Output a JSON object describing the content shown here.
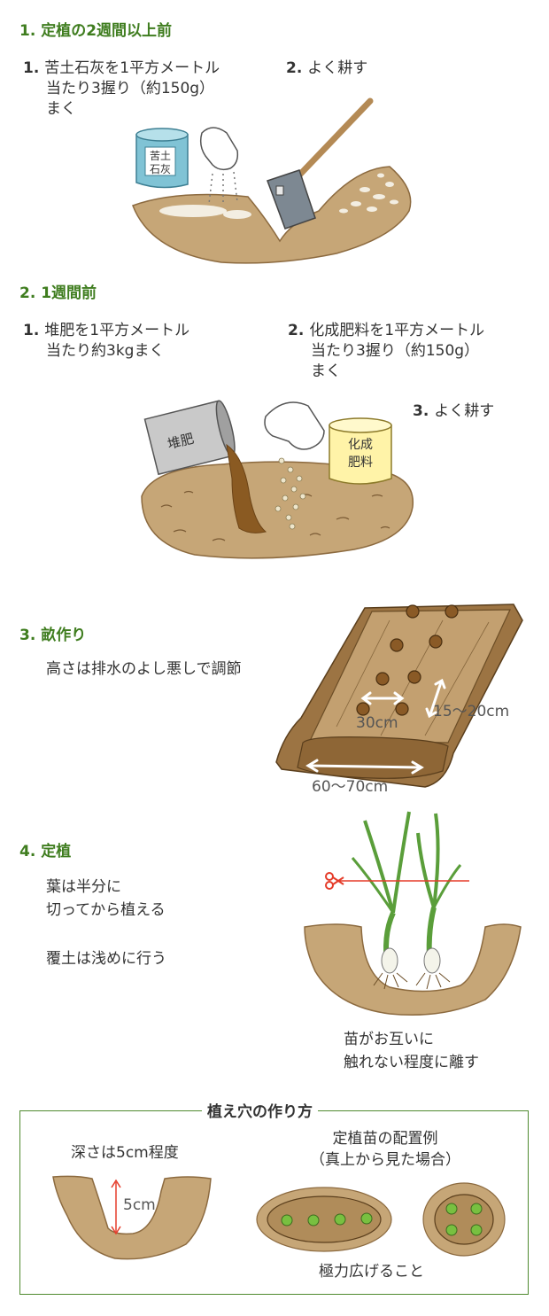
{
  "colors": {
    "heading": "#3f7d1f",
    "soil": "#c6a677",
    "soil_dark": "#8c6a3f",
    "box_border": "#4f8a2f",
    "leaf": "#5a9e3a",
    "seedling_dot": "#78c040",
    "cut_line": "#e53c2a"
  },
  "section1": {
    "heading": "1. 定植の2週間以上前",
    "step1": {
      "num": "1.",
      "line1": "苦土石灰を1平方メートル",
      "line2": "当たり3握り（約150g）",
      "line3": "まく"
    },
    "step2": {
      "num": "2.",
      "line1": "よく耕す"
    },
    "bag_label_1": "苦土",
    "bag_label_2": "石灰"
  },
  "section2": {
    "heading": "2. 1週間前",
    "step1": {
      "num": "1.",
      "line1": "堆肥を1平方メートル",
      "line2": "当たり約3kgまく"
    },
    "step2": {
      "num": "2.",
      "line1": "化成肥料を1平方メートル",
      "line2": "当たり3握り（約150g）",
      "line3": "まく"
    },
    "step3": {
      "num": "3.",
      "line1": "よく耕す"
    },
    "compost_label": "堆肥",
    "fert_label_1": "化成",
    "fert_label_2": "肥料"
  },
  "section3": {
    "heading": "3. 畝作り",
    "text": "高さは排水のよし悪しで調節",
    "dim_height": "15～20cm",
    "dim_spacing": "30cm",
    "dim_width": "60～70cm"
  },
  "section4": {
    "heading": "4. 定植",
    "text1": "葉は半分に",
    "text2": "切ってから植える",
    "text3": "覆土は浅めに行う",
    "caption1": "苗がお互いに",
    "caption2": "触れない程度に離す"
  },
  "box": {
    "title": "植え穴の作り方",
    "depth_title": "深さは5cm程度",
    "depth_label": "5cm",
    "layout_title_1": "定植苗の配置例",
    "layout_title_2": "（真上から見た場合）",
    "footer": "極力広げること"
  }
}
